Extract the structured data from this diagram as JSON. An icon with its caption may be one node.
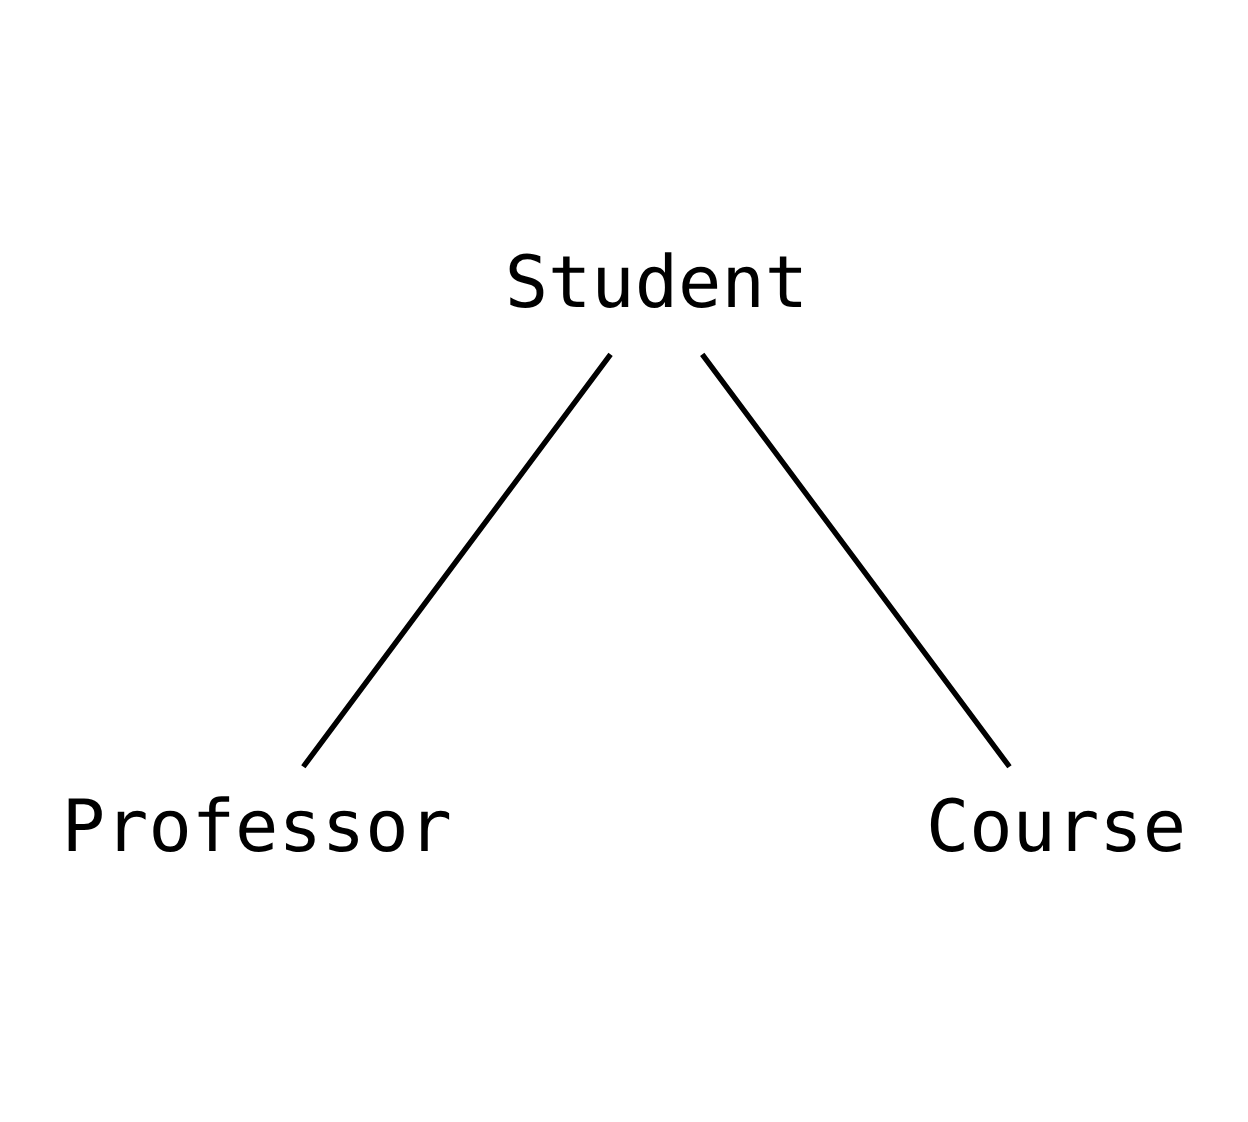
{
  "diagram": {
    "nodes": [
      {
        "text": [
          "Student"
        ]
      },
      {
        "text": [
          "Professor"
        ]
      },
      {
        "text": [
          "Course"
        ]
      }
    ],
    "edges": [
      {
        "from": 0,
        "to": 1,
        "arrow": "none"
      },
      {
        "from": 0,
        "to": 2,
        "arrow": "none"
      }
    ]
  }
}
